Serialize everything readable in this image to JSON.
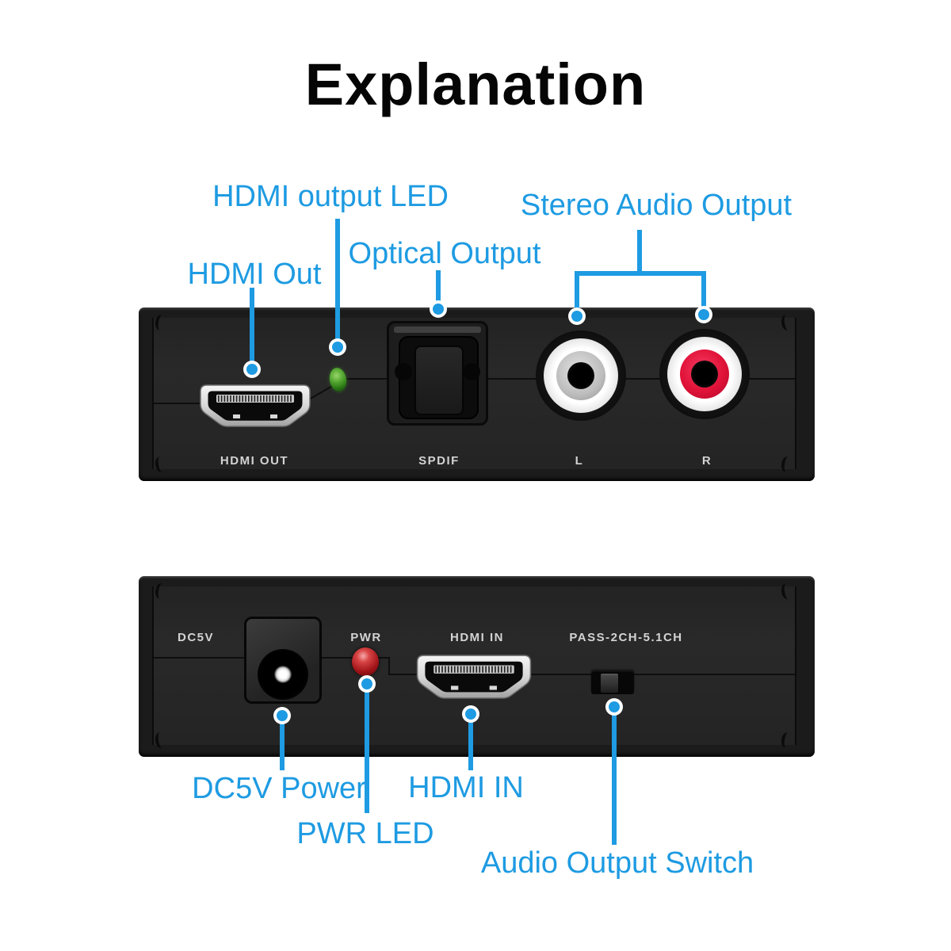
{
  "title": "Explanation",
  "colors": {
    "accent_blue": "#1E9BE2",
    "led_green": "#3F9A28",
    "led_red": "#A01318",
    "rca_red": "#E01238",
    "panel_black": "#262626",
    "panel_label_gray": "#D3D3D3"
  },
  "output_panel": {
    "callouts": {
      "hdmi_out": "HDMI Out",
      "hdmi_output_led": "HDMI output LED",
      "optical_output": "Optical Output",
      "stereo_audio_output": "Stereo Audio Output"
    },
    "ports": {
      "hdmi": "HDMI OUT",
      "spdif": "SPDIF",
      "rca_left": "L",
      "rca_right": "R"
    }
  },
  "input_panel": {
    "ports": {
      "dc": "DC5V",
      "pwr": "PWR",
      "hdmi": "HDMI IN",
      "switch": "PASS-2CH-5.1CH"
    },
    "callouts": {
      "dc5v_power": "DC5V Power",
      "pwr_led": "PWR LED",
      "hdmi_in": "HDMI IN",
      "audio_output_switch": "Audio Output Switch"
    }
  }
}
